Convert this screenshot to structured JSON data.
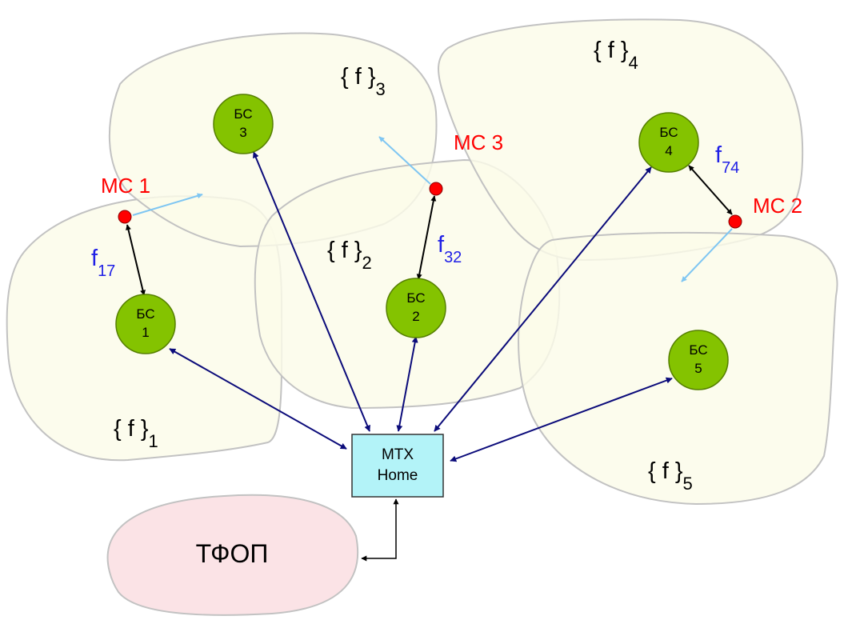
{
  "colors": {
    "cell_fill": "#fbfbe9",
    "cell_stroke": "#c2c2c2",
    "pstn_fill": "#fbe3e6",
    "bs_fill": "#84c300",
    "bs_stroke": "#557f00",
    "ms_fill": "#ff0000",
    "msc_fill": "#b3f3f8",
    "link_arrow": "#0b0b7a",
    "radio_arrow": "#000000",
    "motion_arrow": "#7fc6f2",
    "ms_label": "#ff0000",
    "freq_label": "#1f1fe6"
  },
  "cells": [
    {
      "id": "f1",
      "base": "{ f }",
      "sub": "1"
    },
    {
      "id": "f2",
      "base": "{ f }",
      "sub": "2"
    },
    {
      "id": "f3",
      "base": "{ f }",
      "sub": "3"
    },
    {
      "id": "f4",
      "base": "{ f }",
      "sub": "4"
    },
    {
      "id": "f5",
      "base": "{ f }",
      "sub": "5"
    }
  ],
  "base_stations": [
    {
      "id": "bs1",
      "line1": "БС",
      "line2": "1"
    },
    {
      "id": "bs2",
      "line1": "БС",
      "line2": "2"
    },
    {
      "id": "bs3",
      "line1": "БС",
      "line2": "3"
    },
    {
      "id": "bs4",
      "line1": "БС",
      "line2": "4"
    },
    {
      "id": "bs5",
      "line1": "БС",
      "line2": "5"
    }
  ],
  "mobile_stations": [
    {
      "id": "ms1",
      "label": "МС 1"
    },
    {
      "id": "ms2",
      "label": "МС 2"
    },
    {
      "id": "ms3",
      "label": "МС 3"
    }
  ],
  "frequencies": [
    {
      "id": "f17",
      "base": "f",
      "sub": "17"
    },
    {
      "id": "f32",
      "base": "f",
      "sub": "32"
    },
    {
      "id": "f74",
      "base": "f",
      "sub": "74"
    }
  ],
  "msc": {
    "line1": "МТХ",
    "line2": "Home"
  },
  "pstn": {
    "label": "ТФОП"
  }
}
